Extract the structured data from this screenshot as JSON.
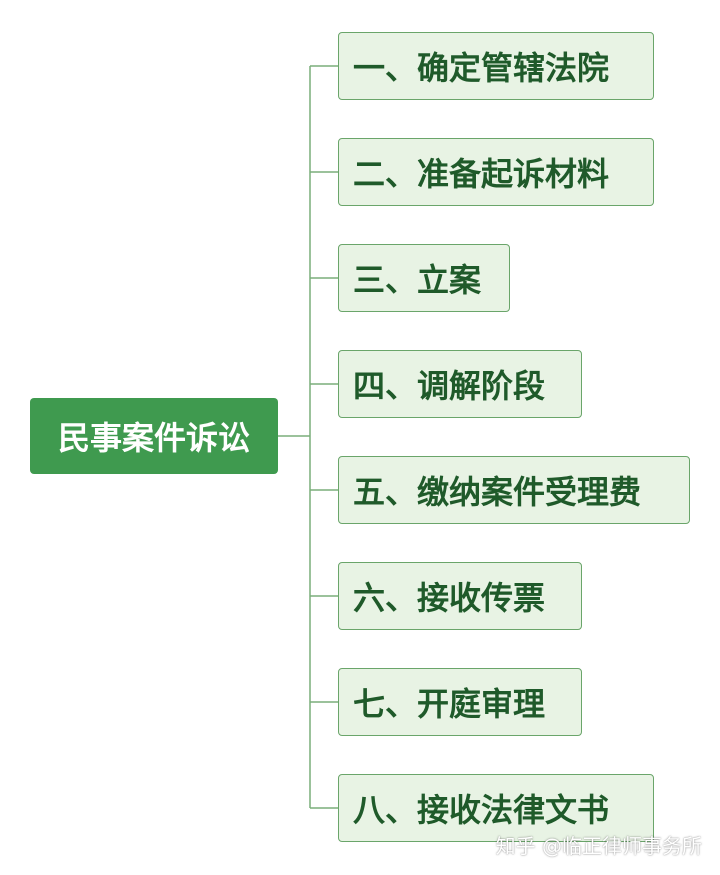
{
  "root": {
    "label": "民事案件诉讼"
  },
  "steps": [
    "一、确定管辖法院",
    "二、准备起诉材料",
    "三、立案",
    "四、调解阶段",
    "五、缴纳案件受理费",
    "六、接收传票",
    "七、开庭审理",
    "八、接收法律文书"
  ],
  "watermark": "知乎 @临正律师事务所",
  "colors": {
    "root_fill": "#3f9a4f",
    "child_fill": "#e8f3e4",
    "child_border": "#6aa56a",
    "child_text": "#1f5a2a",
    "connector": "#7aae7a"
  }
}
